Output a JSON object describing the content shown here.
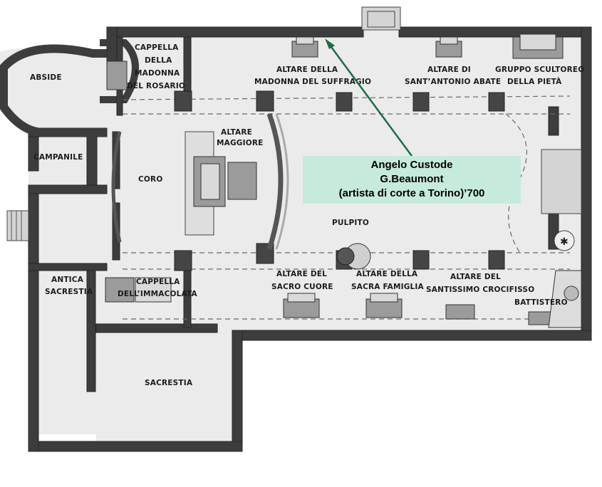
{
  "rooms": {
    "abside": "ABSIDE",
    "campanile": "CAMPANILE",
    "coro": "CORO",
    "altare_maggiore": [
      "ALTARE",
      "MAGGIORE"
    ],
    "cappella_rosario": [
      "CAPPELLA",
      "DELLA",
      "MADONNA",
      "DEL ROSARIO"
    ],
    "cappella_immacolata": [
      "CAPPELLA",
      "DELL’IMMACOLATA"
    ],
    "antica_sacrestia": [
      "ANTICA",
      "SACRESTIA"
    ],
    "sacrestia": "SACRESTIA",
    "pulpito": "PULPITO",
    "battistero": "BATTISTERO",
    "altare_suffragio": [
      "ALTARE DELLA",
      "MADONNA DEL SUFFRAGIO"
    ],
    "altare_antonio": [
      "ALTARE DI",
      "SANT’ANTONIO ABATE"
    ],
    "gruppo_pieta": [
      "GRUPPO SCULTOREO",
      "DELLA PIETÀ"
    ],
    "altare_sacro_cuore": [
      "ALTARE DEL",
      "SACRO CUORE"
    ],
    "altare_sacra_famiglia": [
      "ALTARE DELLA",
      "SACRA FAMIGLIA"
    ],
    "altare_crocifisso": [
      "ALTARE DEL",
      "SANTISSIMO CROCIFISSO"
    ]
  },
  "callout": {
    "line1": "Angelo Custode",
    "line2": "G.Beaumont",
    "line3": "(artista di corte a Torino)’700",
    "background": "#c6eadb",
    "arrow_color": "#1f6b46"
  },
  "colors": {
    "wall": "#3d3d3d",
    "floor": "#ebebeb"
  }
}
